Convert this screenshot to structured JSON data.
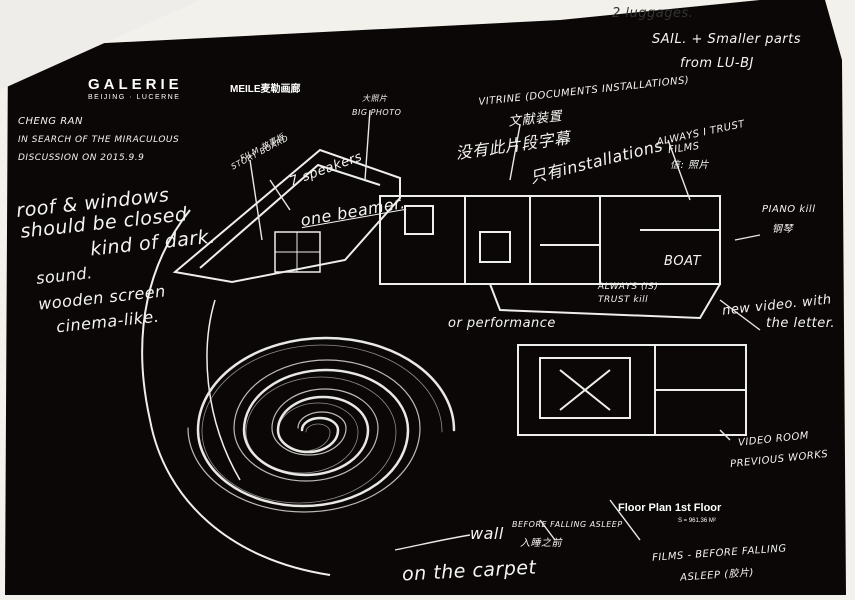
{
  "logo": {
    "brand": "GALERIE",
    "sub": "BEIJING · LUCERNE",
    "right": "MEILE麦勒画廊"
  },
  "top_right_notes": {
    "line1": "2 luggages.",
    "line2": "SAIL. + Smaller parts",
    "line3": "from LU-BJ"
  },
  "left_notes": {
    "name": "CHENG RAN",
    "title": "IN SEARCH OF THE MIRACULOUS",
    "discussion": "DISCUSSION ON 2015.9.9",
    "roof1": "roof & windows",
    "roof2": "should be closed",
    "roof3": "kind of dark.",
    "sound1": "sound.",
    "sound2": "wooden screen",
    "sound3": "cinema-like."
  },
  "plan_notes": {
    "storyboard": "STORY BOARD",
    "film": "FILM 故事板",
    "big_photo_cn": "大照片",
    "big_photo": "BIG PHOTO",
    "vitrine": "VITRINE (DOCUMENTS INSTALLATIONS)",
    "vitrine_cn": "文献装置",
    "no_photo": "没有此片段字幕",
    "only_install": "只有installations",
    "always_trust": "ALWAYS I TRUST",
    "films": "FILMS",
    "films_cn": "信: 照片",
    "speakers": "7 speakers",
    "one_beamer": "one beamer.",
    "always_kill": "ALWAYS (IS)",
    "trust_kill": "TRUST kill",
    "boat": "BOAT",
    "piano_kill": "PIANO kill",
    "piano_cn": "钢琴",
    "new_video1": "new video. with",
    "new_video2": "the letter.",
    "performance": "or performance",
    "video_room": "VIDEO ROOM",
    "previous_works": "PREVIOUS WORKS",
    "floor_plan": "Floor Plan 1st Floor",
    "area": "S = 961.36 M²",
    "before_falling": "BEFORE FALLING ASLEEP",
    "before_cn": "入睡之前",
    "films_before1": "FILMS - BEFORE FALLING",
    "films_before2": "ASLEEP (胶片)",
    "wall": "wall",
    "carpet": "on the carpet"
  },
  "colors": {
    "board": "#0b0706",
    "chalk": "#f4f4f0",
    "paper": "#f3f1ec"
  }
}
